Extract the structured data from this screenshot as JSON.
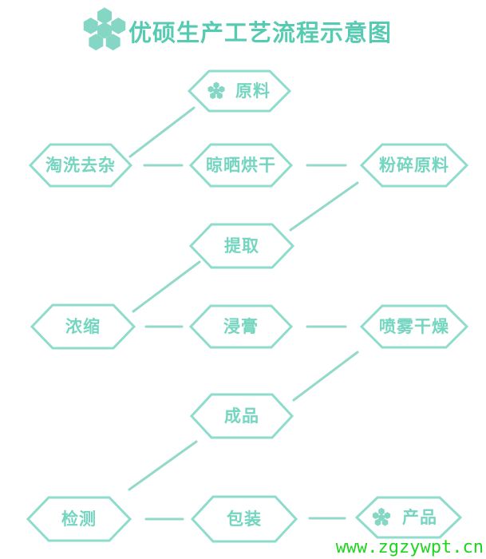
{
  "header": {
    "title": "优硕生产工艺流程示意图",
    "logo": "hexagon-flower"
  },
  "watermark": "www.zgzywpt.cn",
  "colors": {
    "background": "#ffffff",
    "title": "#57cbb1",
    "node-border": "#8edccc",
    "node-text": "#74d5c0",
    "line": "#93d9ca",
    "logo": "#85d6c4",
    "watermark": "#1fd41f"
  },
  "diagram": {
    "nodes": [
      {
        "label": "原料",
        "icon": "hexagon-flower-icon"
      },
      {
        "label": "淘洗去杂"
      },
      {
        "label": "晾晒烘干"
      },
      {
        "label": "粉碎原料"
      },
      {
        "label": "提取"
      },
      {
        "label": "浓缩"
      },
      {
        "label": "浸膏"
      },
      {
        "label": "喷雾干燥"
      },
      {
        "label": "成品"
      },
      {
        "label": "检测"
      },
      {
        "label": "包装"
      },
      {
        "label": "产品",
        "icon": "hexagon-flower-icon"
      }
    ],
    "connections": [
      [
        "原料",
        "淘洗去杂"
      ],
      [
        "淘洗去杂",
        "晾晒烘干"
      ],
      [
        "晾晒烘干",
        "粉碎原料"
      ],
      [
        "粉碎原料",
        "提取"
      ],
      [
        "提取",
        "浓缩"
      ],
      [
        "浓缩",
        "浸膏"
      ],
      [
        "浸膏",
        "喷雾干燥"
      ],
      [
        "喷雾干燥",
        "成品"
      ],
      [
        "成品",
        "检测"
      ],
      [
        "检测",
        "包装"
      ],
      [
        "包装",
        "产品"
      ]
    ]
  }
}
